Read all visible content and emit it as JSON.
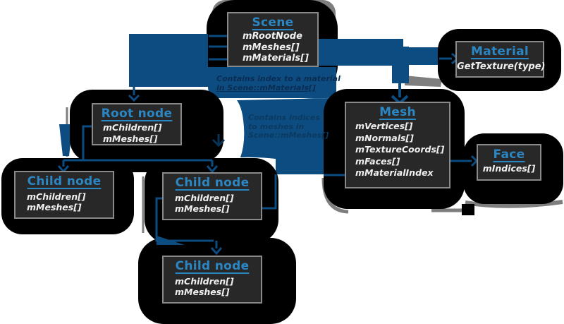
{
  "diagram": {
    "boxes": {
      "scene": {
        "title": "Scene",
        "fields": [
          "mRootNode",
          "mMeshes[]",
          "mMaterials[]"
        ]
      },
      "material": {
        "title": "Material",
        "fields": [
          "GetTexture(type)"
        ]
      },
      "mesh": {
        "title": "Mesh",
        "fields": [
          "mVertices[]",
          "mNormals[]",
          "mTextureCoords[]",
          "mFaces[]",
          "mMaterialIndex"
        ]
      },
      "face": {
        "title": "Face",
        "fields": [
          "mIndices[]"
        ]
      },
      "root_node": {
        "title": "Root node",
        "fields": [
          "mChildren[]",
          "mMeshes[]"
        ]
      },
      "child_node_left": {
        "title": "Child node",
        "fields": [
          "mChildren[]",
          "mMeshes[]"
        ]
      },
      "child_node_center": {
        "title": "Child node",
        "fields": [
          "mChildren[]",
          "mMeshes[]"
        ]
      },
      "child_node_bottom": {
        "title": "Child node",
        "fields": [
          "mChildren[]",
          "mMeshes[]"
        ]
      }
    },
    "annotations": {
      "material_note": {
        "line1": "Contains index to a material",
        "line2": "in Scene::mMaterials[]"
      },
      "mesh_note": {
        "line1": "Contains indices",
        "line2": "to meshes in",
        "line3": "Scene::mMeshes[]"
      }
    },
    "colors": {
      "connector_blue": "#0d4c80",
      "title_blue": "#2b87c4",
      "box_fill": "#282828",
      "box_border": "#8a8a8a",
      "blob_black": "#000000",
      "note_text": "#0a2c52",
      "gray_accent": "#7e7e7e",
      "field_text": "#efefef"
    }
  }
}
